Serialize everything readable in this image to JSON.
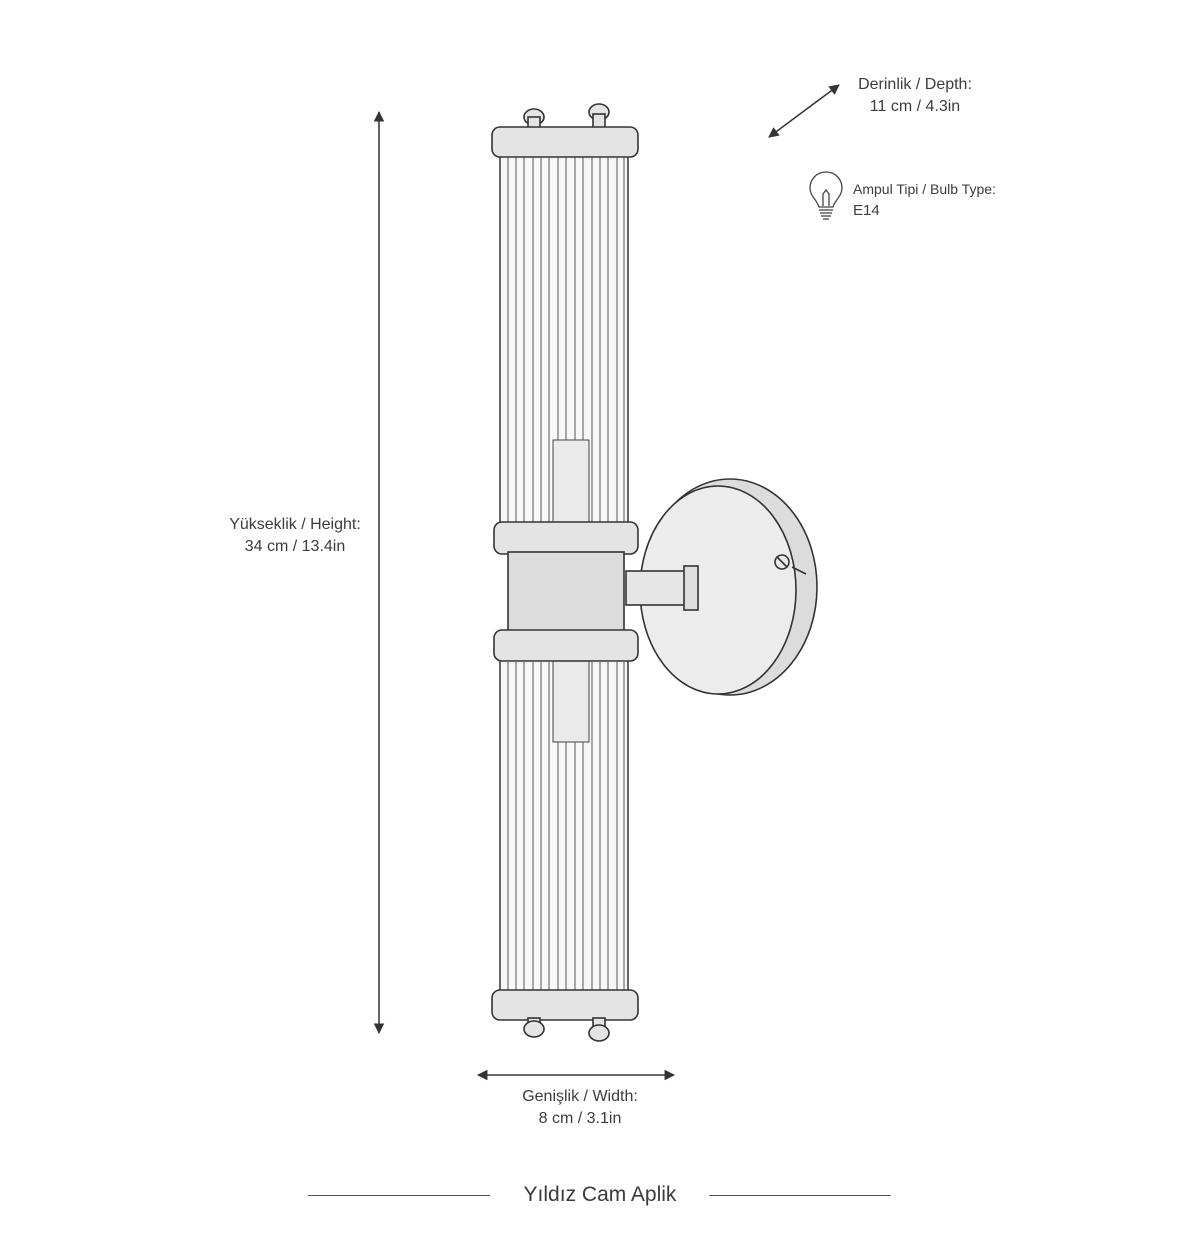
{
  "depth": {
    "name": "Derinlik / Depth:",
    "value": "11 cm / 4.3in"
  },
  "height": {
    "name": "Yükseklik / Height:",
    "value": "34 cm / 13.4in"
  },
  "width": {
    "name": "Genişlik / Width:",
    "value": "8 cm / 3.1in"
  },
  "bulb": {
    "name": "Ampul Tipi / Bulb Type:",
    "value": "E14",
    "icon": "lightbulb-icon"
  },
  "title": "Yıldız Cam Aplik",
  "colors": {
    "ink": "#3a3a3a",
    "metal": "#e4e4e4",
    "background": "#ffffff"
  }
}
